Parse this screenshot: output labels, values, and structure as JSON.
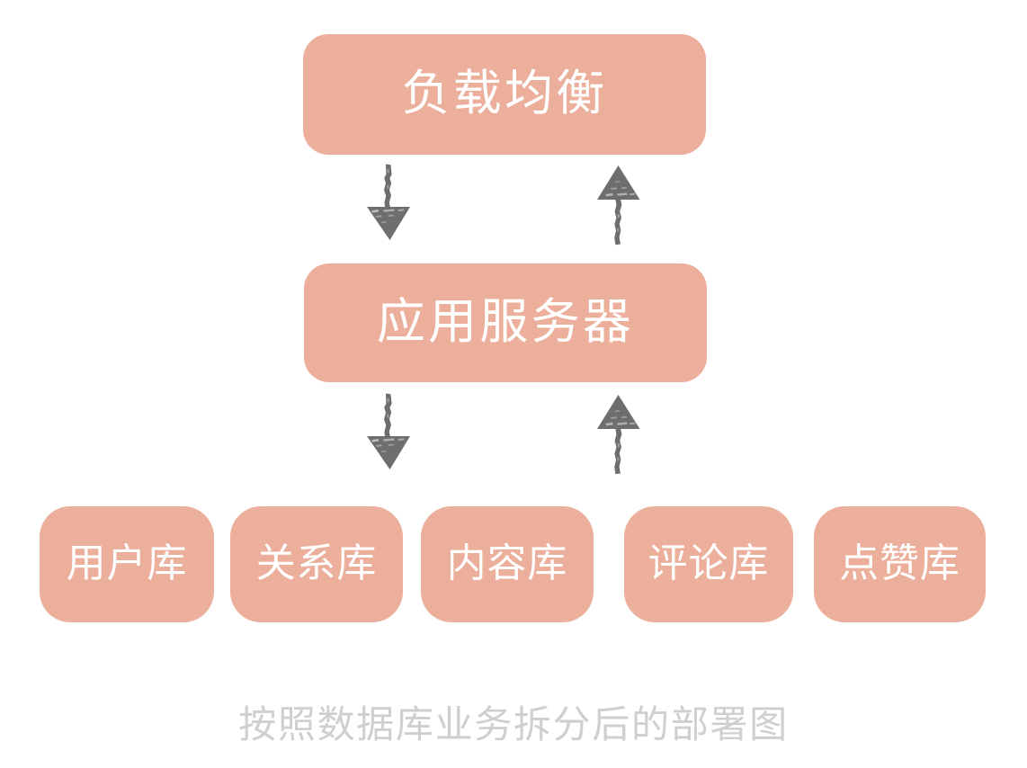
{
  "diagram": {
    "caption": "按照数据库业务拆分后的部署图",
    "colors": {
      "node_fill": "#ebaf9b",
      "node_text": "#ffffff",
      "arrow": "#6e6e6e",
      "caption_text": "#cfcfcf",
      "background": "#ffffff"
    },
    "tiers": [
      {
        "id": "load-balancer",
        "label": "负载均衡"
      },
      {
        "id": "app-server",
        "label": "应用服务器"
      }
    ],
    "databases": [
      {
        "id": "user-db",
        "label": "用户库"
      },
      {
        "id": "relation-db",
        "label": "关系库"
      },
      {
        "id": "content-db",
        "label": "内容库"
      },
      {
        "id": "comment-db",
        "label": "评论库"
      },
      {
        "id": "like-db",
        "label": "点赞库"
      }
    ],
    "connections": [
      {
        "id": "lb-to-app",
        "from": "load-balancer",
        "to": "app-server",
        "direction": "down"
      },
      {
        "id": "app-to-lb",
        "from": "app-server",
        "to": "load-balancer",
        "direction": "up"
      },
      {
        "id": "app-to-db",
        "from": "app-server",
        "to": "databases",
        "direction": "down"
      },
      {
        "id": "db-to-app",
        "from": "databases",
        "to": "app-server",
        "direction": "up"
      }
    ]
  }
}
